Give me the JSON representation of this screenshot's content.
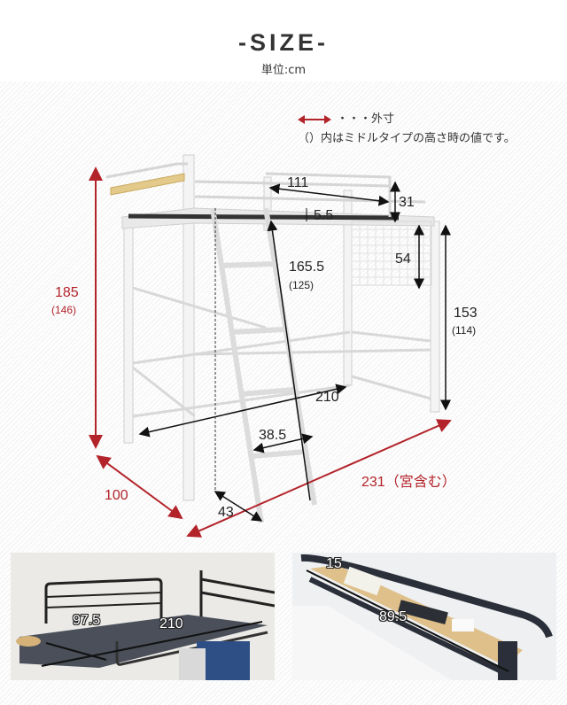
{
  "header": {
    "title": "-SIZE-",
    "unit": "単位:cm"
  },
  "legend": {
    "arrow_meaning": "・・・外寸",
    "note": "（）内はミドルタイプの高さ時の値です。",
    "arrow_color": "#b3232a"
  },
  "colors": {
    "outer_dimension": "#b3232a",
    "inner_dimension": "#222222",
    "frame": "#f2f2f2"
  },
  "dimensions": {
    "total_height": {
      "value": "185",
      "middle": "(146)"
    },
    "total_depth": {
      "value": "100"
    },
    "total_width": {
      "value": "231（宮含む）"
    },
    "guard_length": {
      "value": "111"
    },
    "guard_height": {
      "value": "31"
    },
    "mattress_gap": {
      "value": "5.5"
    },
    "ladder_length": {
      "value": "165.5",
      "middle": "(125)"
    },
    "panel_height": {
      "value": "54"
    },
    "under_clearance": {
      "value": "153",
      "middle": "(114)"
    },
    "inner_length": {
      "value": "210"
    },
    "ladder_width": {
      "value": "38.5"
    },
    "ladder_offset": {
      "value": "43"
    }
  },
  "photos": [
    {
      "name": "bed-top-photo",
      "labels": [
        "97.5",
        "210"
      ]
    },
    {
      "name": "shelf-photo",
      "labels": [
        "15",
        "89.5"
      ]
    }
  ]
}
